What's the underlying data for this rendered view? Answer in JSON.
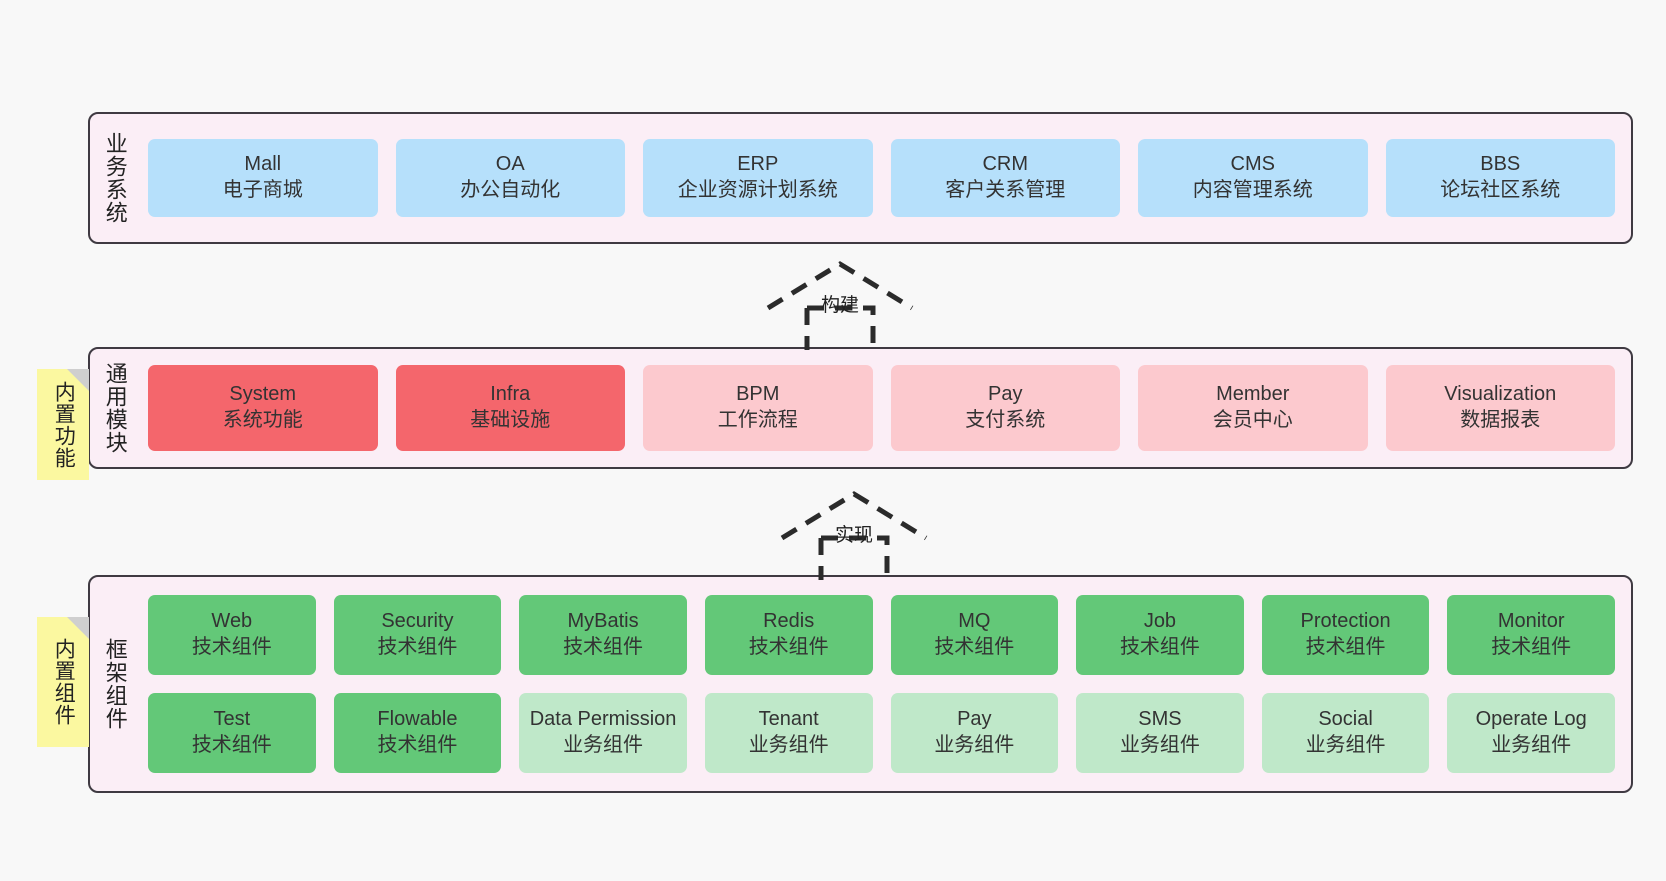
{
  "layers": [
    {
      "id": "business",
      "title": "业务系统",
      "rows": [
        [
          {
            "en": "Mall",
            "cn": "电子商城",
            "color": "blue"
          },
          {
            "en": "OA",
            "cn": "办公自动化",
            "color": "blue"
          },
          {
            "en": "ERP",
            "cn": "企业资源计划系统",
            "color": "blue"
          },
          {
            "en": "CRM",
            "cn": "客户关系管理",
            "color": "blue"
          },
          {
            "en": "CMS",
            "cn": "内容管理系统",
            "color": "blue"
          },
          {
            "en": "BBS",
            "cn": "论坛社区系统",
            "color": "blue"
          }
        ]
      ]
    },
    {
      "id": "module",
      "title": "通用模块",
      "note": "内置功能",
      "rows": [
        [
          {
            "en": "System",
            "cn": "系统功能",
            "color": "red"
          },
          {
            "en": "Infra",
            "cn": "基础设施",
            "color": "red"
          },
          {
            "en": "BPM",
            "cn": "工作流程",
            "color": "pink"
          },
          {
            "en": "Pay",
            "cn": "支付系统",
            "color": "pink"
          },
          {
            "en": "Member",
            "cn": "会员中心",
            "color": "pink"
          },
          {
            "en": "Visualization",
            "cn": "数据报表",
            "color": "pink"
          }
        ]
      ]
    },
    {
      "id": "framework",
      "title": "框架组件",
      "note": "内置组件",
      "rows": [
        [
          {
            "en": "Web",
            "cn": "技术组件",
            "color": "green"
          },
          {
            "en": "Security",
            "cn": "技术组件",
            "color": "green"
          },
          {
            "en": "MyBatis",
            "cn": "技术组件",
            "color": "green"
          },
          {
            "en": "Redis",
            "cn": "技术组件",
            "color": "green"
          },
          {
            "en": "MQ",
            "cn": "技术组件",
            "color": "green"
          },
          {
            "en": "Job",
            "cn": "技术组件",
            "color": "green"
          },
          {
            "en": "Protection",
            "cn": "技术组件",
            "color": "green"
          },
          {
            "en": "Monitor",
            "cn": "技术组件",
            "color": "green"
          }
        ],
        [
          {
            "en": "Test",
            "cn": "技术组件",
            "color": "green"
          },
          {
            "en": "Flowable",
            "cn": "技术组件",
            "color": "green"
          },
          {
            "en": "Data Permission",
            "cn": "业务组件",
            "color": "lightgreen",
            "wrap": true
          },
          {
            "en": "Tenant",
            "cn": "业务组件",
            "color": "lightgreen"
          },
          {
            "en": "Pay",
            "cn": "业务组件",
            "color": "lightgreen"
          },
          {
            "en": "SMS",
            "cn": "业务组件",
            "color": "lightgreen"
          },
          {
            "en": "Social",
            "cn": "业务组件",
            "color": "lightgreen"
          },
          {
            "en": "Operate Log",
            "cn": "业务组件",
            "color": "lightgreen"
          }
        ]
      ]
    }
  ],
  "arrows": [
    {
      "id": "build",
      "label": "构建"
    },
    {
      "id": "implement",
      "label": "实现"
    }
  ],
  "colors": {
    "band_bg": "#fbeef6",
    "band_border": "#3f3a42",
    "blue": "#b6e0fb",
    "red": "#f4666c",
    "pink": "#fcc9ce",
    "green": "#63c878",
    "lightgreen": "#bfe8c9",
    "note_bg": "#fbf8a0",
    "page_bg": "#f8f8f8"
  }
}
